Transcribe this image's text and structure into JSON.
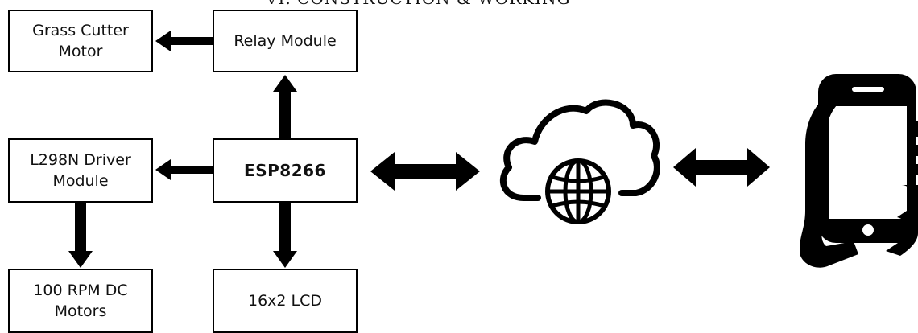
{
  "header": {
    "text": "VI.    CONSTRUCTION & WORKING"
  },
  "diagram": {
    "nodes": {
      "grass_cutter_motor": "Grass Cutter\nMotor",
      "relay_module": "Relay Module",
      "l298n_driver": "L298N Driver\nModule",
      "esp8266": "ESP8266",
      "dc_motors": "100 RPM DC\nMotors",
      "lcd": "16x2 LCD"
    },
    "icons": {
      "cloud": "cloud-globe-icon",
      "phone": "hand-holding-phone-icon"
    },
    "colors": {
      "stroke": "#000000",
      "fill": "#000000",
      "background": "#ffffff"
    }
  }
}
